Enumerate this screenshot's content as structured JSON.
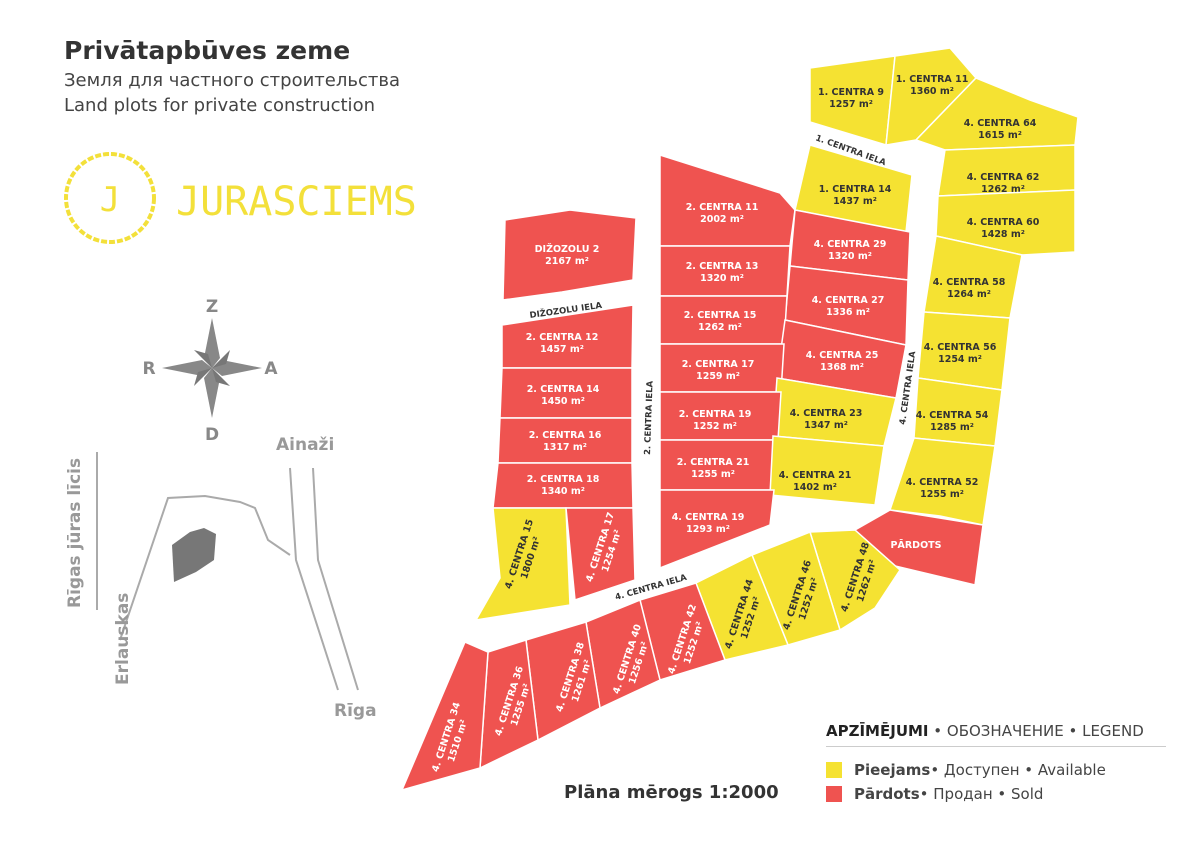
{
  "header": {
    "title": "Privātapbūves zeme",
    "subtitle_ru": "Земля для частного строительства",
    "subtitle_en": "Land plots for private construction"
  },
  "logo": {
    "letter": "J",
    "name": "JURASCIEMS"
  },
  "compass": {
    "north": "Z",
    "south": "D",
    "east": "A",
    "west": "R",
    "icon": "compass-rose-icon"
  },
  "locator": {
    "gulf": "Rīgas jūras līcis",
    "erlauskas": "Erlauskas",
    "ainazi": "Ainaži",
    "riga": "Rīga"
  },
  "colors": {
    "available": "#f5e232",
    "sold": "#ef5350",
    "road": "#ffffff"
  },
  "streets": {
    "dizozolu": "DIŽOZOLU IELA",
    "centra1": "1. CENTRA IELA",
    "centra2": "2. CENTRA IELA",
    "centra4_right": "4. CENTRA IELA",
    "centra4_bottom": "4. CENTRA IELA"
  },
  "plots": [
    {
      "name": "1. CENTRA 9",
      "area": "1257 m²",
      "status": "available"
    },
    {
      "name": "1. CENTRA 11",
      "area": "1360 m²",
      "status": "available"
    },
    {
      "name": "4. CENTRA 64",
      "area": "1615 m²",
      "status": "available"
    },
    {
      "name": "1. CENTRA 14",
      "area": "1437 m²",
      "status": "available"
    },
    {
      "name": "4. CENTRA 62",
      "area": "1262 m²",
      "status": "available"
    },
    {
      "name": "4. CENTRA 60",
      "area": "1428 m²",
      "status": "available"
    },
    {
      "name": "DIŽOZOLU 2",
      "area": "2167 m²",
      "status": "sold"
    },
    {
      "name": "2. CENTRA 11",
      "area": "2002 m²",
      "status": "sold"
    },
    {
      "name": "4. CENTRA 29",
      "area": "1320 m²",
      "status": "sold"
    },
    {
      "name": "2. CENTRA 13",
      "area": "1320 m²",
      "status": "sold"
    },
    {
      "name": "4. CENTRA 27",
      "area": "1336 m²",
      "status": "sold"
    },
    {
      "name": "4. CENTRA 58",
      "area": "1264 m²",
      "status": "available"
    },
    {
      "name": "2. CENTRA 15",
      "area": "1262 m²",
      "status": "sold"
    },
    {
      "name": "2. CENTRA 12",
      "area": "1457 m²",
      "status": "sold"
    },
    {
      "name": "4. CENTRA 25",
      "area": "1368 m²",
      "status": "sold"
    },
    {
      "name": "4. CENTRA 56",
      "area": "1254 m²",
      "status": "available"
    },
    {
      "name": "2. CENTRA 17",
      "area": "1259 m²",
      "status": "sold"
    },
    {
      "name": "2. CENTRA 14",
      "area": "1450 m²",
      "status": "sold"
    },
    {
      "name": "4. CENTRA 23",
      "area": "1347 m²",
      "status": "available"
    },
    {
      "name": "4. CENTRA 54",
      "area": "1285 m²",
      "status": "available"
    },
    {
      "name": "2. CENTRA 19",
      "area": "1252 m²",
      "status": "sold"
    },
    {
      "name": "2. CENTRA 16",
      "area": "1317 m²",
      "status": "sold"
    },
    {
      "name": "2. CENTRA 21",
      "area": "1255 m²",
      "status": "sold"
    },
    {
      "name": "4. CENTRA 21",
      "area": "1402 m²",
      "status": "available"
    },
    {
      "name": "4. CENTRA 52",
      "area": "1255 m²",
      "status": "available"
    },
    {
      "name": "2. CENTRA 18",
      "area": "1340 m²",
      "status": "sold"
    },
    {
      "name": "4. CENTRA 19",
      "area": "1293 m²",
      "status": "sold"
    },
    {
      "name": "4. CENTRA 15",
      "area": "1800 m²",
      "status": "available"
    },
    {
      "name": "4. CENTRA 17",
      "area": "1254 m²",
      "status": "sold"
    },
    {
      "name": "PĀRDOTS",
      "area": "",
      "status": "sold"
    },
    {
      "name": "4. CENTRA 48",
      "area": "1262 m²",
      "status": "available"
    },
    {
      "name": "4. CENTRA 46",
      "area": "1252 m²",
      "status": "available"
    },
    {
      "name": "4. CENTRA 44",
      "area": "1252 m²",
      "status": "available"
    },
    {
      "name": "4. CENTRA 42",
      "area": "1252 m²",
      "status": "sold"
    },
    {
      "name": "4. CENTRA 40",
      "area": "1256 m²",
      "status": "sold"
    },
    {
      "name": "4. CENTRA 38",
      "area": "1261 m²",
      "status": "sold"
    },
    {
      "name": "4. CENTRA 36",
      "area": "1255 m²",
      "status": "sold"
    },
    {
      "name": "4. CENTRA 34",
      "area": "1510 m²",
      "status": "sold"
    }
  ],
  "scale": "Plāna mērogs 1:2000",
  "legend": {
    "title_bold": "APZĪMĒJUMI",
    "title_rest": " • ОБОЗНАЧЕНИЕ • LEGEND",
    "available_bold": "Pieejams",
    "available_rest": " • Доступен • Available",
    "sold_bold": "Pārdots",
    "sold_rest": " • Продан • Sold"
  }
}
